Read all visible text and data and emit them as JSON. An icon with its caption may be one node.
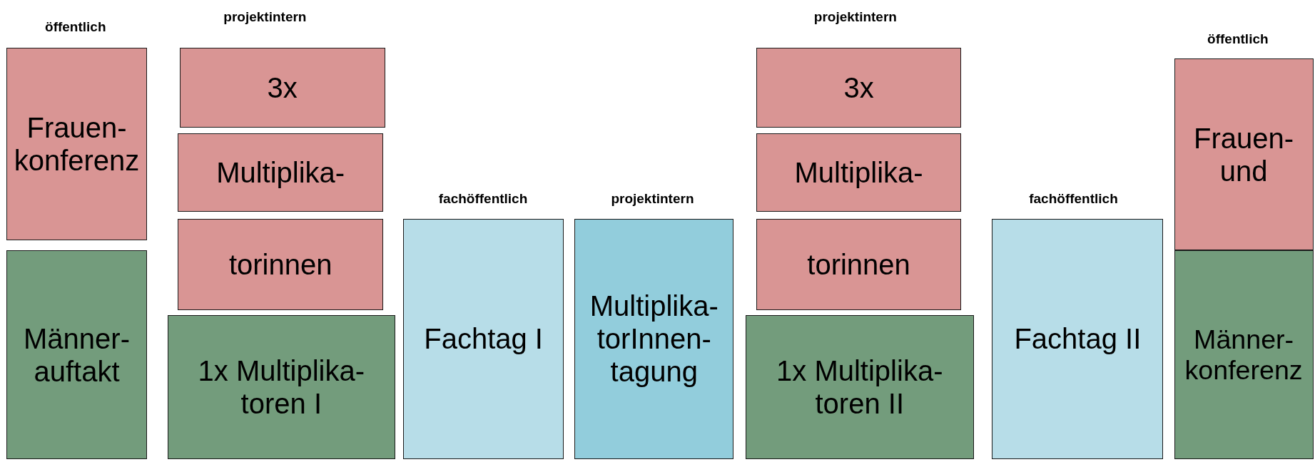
{
  "diagram": {
    "nodes": [
      {
        "text": [
          "Frauen- konferenz"
        ]
      },
      {
        "text": [
          "Männer- auftakt"
        ]
      },
      {
        "text": [
          "3x"
        ]
      },
      {
        "text": [
          "Multiplika-"
        ]
      },
      {
        "text": [
          "torinnen"
        ]
      },
      {
        "text": [
          "1x Multiplika- toren I"
        ]
      },
      {
        "text": [
          "Fachtag I"
        ]
      },
      {
        "text": [
          "Multiplika- torInnen- tagung"
        ]
      },
      {
        "text": [
          "3x"
        ]
      },
      {
        "text": [
          "Multiplika-"
        ]
      },
      {
        "text": [
          "torinnen"
        ]
      },
      {
        "text": [
          "1x Multiplika- toren II"
        ]
      },
      {
        "text": [
          "Fachtag II"
        ]
      },
      {
        "text": [
          "Frauen- und"
        ]
      },
      {
        "text": [
          "Männer- konferenz"
        ]
      }
    ],
    "edges": [],
    "labels": [
      "öffentlich",
      "projektintern",
      "fachöffentlich",
      "projektintern",
      "projektintern",
      "fachöffentlich",
      "öffentlich"
    ]
  }
}
